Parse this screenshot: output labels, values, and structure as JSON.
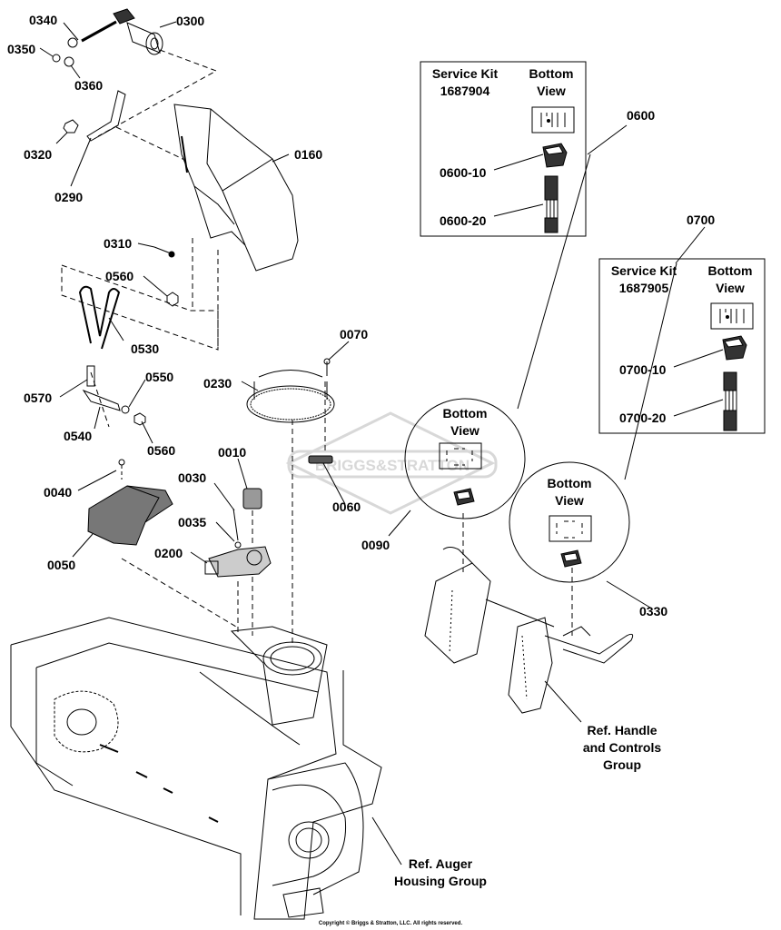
{
  "parts": {
    "p0340": "0340",
    "p0300": "0300",
    "p0350": "0350",
    "p0360": "0360",
    "p0320": "0320",
    "p0290": "0290",
    "p0160": "0160",
    "p0310": "0310",
    "p0560a": "0560",
    "p0530": "0530",
    "p0570": "0570",
    "p0550": "0550",
    "p0540": "0540",
    "p0560b": "0560",
    "p0230": "0230",
    "p0070": "0070",
    "p0010": "0010",
    "p0030": "0030",
    "p0035": "0035",
    "p0200": "0200",
    "p0040": "0040",
    "p0050": "0050",
    "p0060": "0060",
    "p0090": "0090",
    "p0600": "0600",
    "p0700": "0700",
    "p0600_10": "0600-10",
    "p0600_20": "0600-20",
    "p0700_10": "0700-10",
    "p0700_20": "0700-20",
    "p0330": "0330"
  },
  "kit1": {
    "service_kit_line1": "Service Kit",
    "service_kit_line2": "1687904",
    "bottom_line1": "Bottom",
    "bottom_line2": "View"
  },
  "kit2": {
    "service_kit_line1": "Service Kit",
    "service_kit_line2": "1687905",
    "bottom_line1": "Bottom",
    "bottom_line2": "View"
  },
  "callout1": {
    "line1": "Bottom",
    "line2": "View"
  },
  "callout2": {
    "line1": "Bottom",
    "line2": "View"
  },
  "refs": {
    "handle_line1": "Ref. Handle",
    "handle_line2": "and Controls",
    "handle_line3": "Group",
    "auger_line1": "Ref. Auger",
    "auger_line2": "Housing Group"
  },
  "watermark": "BRIGGS&STRATTON",
  "copyright": "Copyright © Briggs & Stratton, LLC. All rights reserved."
}
